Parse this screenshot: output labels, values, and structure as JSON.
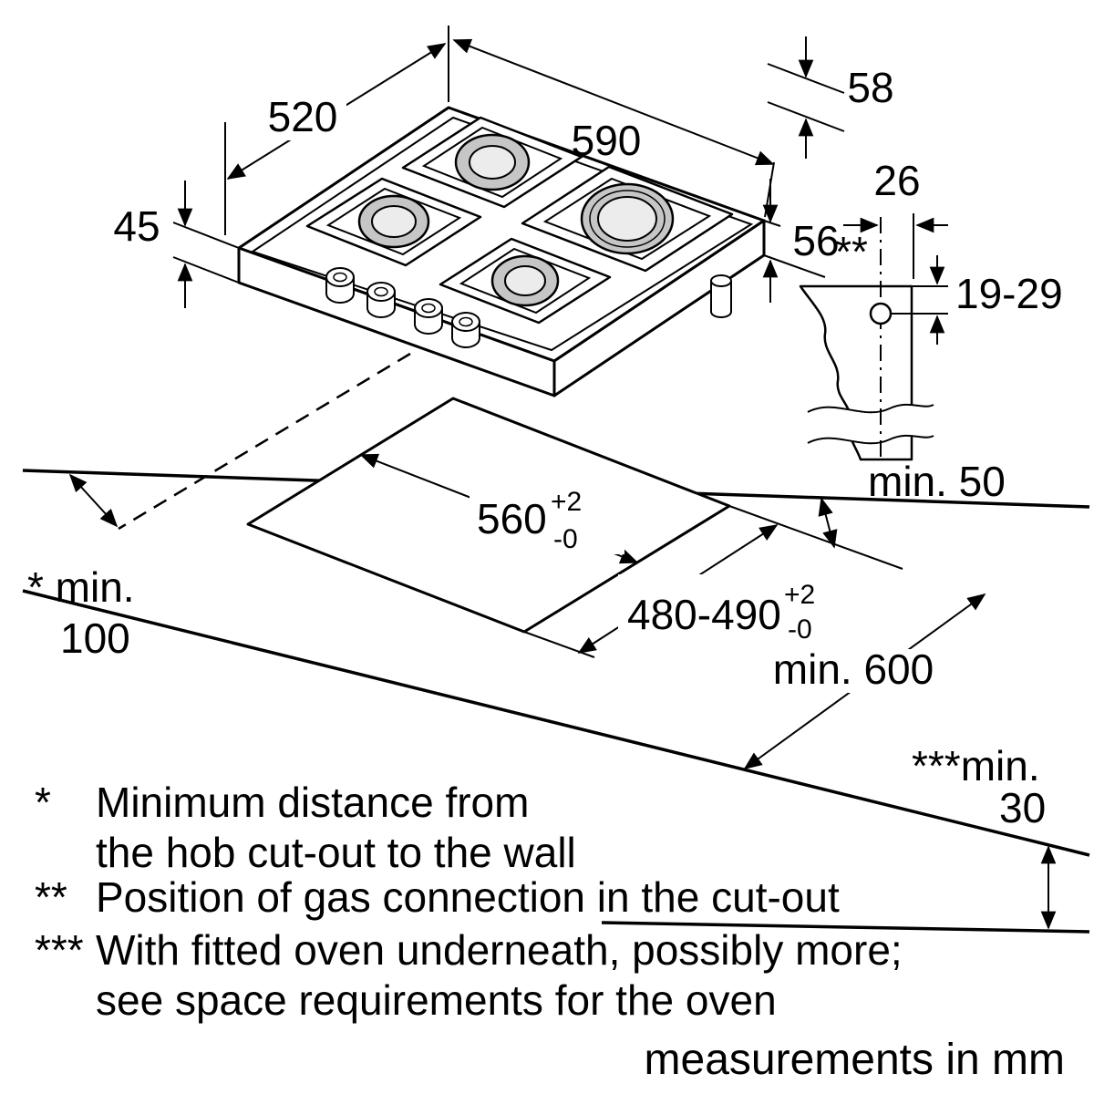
{
  "labels": {
    "depth_520": "520",
    "width_590": "590",
    "height_58": "58",
    "thickness_45": "45",
    "height_56": "56",
    "offset_26": "26",
    "gas_marker": "**",
    "range_19_29": "19-29",
    "cutout_width": "560",
    "cutout_width_tol_plus": "+2",
    "cutout_width_tol_minus": "-0",
    "cutout_depth": "480-490",
    "cutout_depth_tol_plus": "+2",
    "cutout_depth_tol_minus": "-0",
    "clearance_rear": "min. 50",
    "clearance_side_1": "* min.",
    "clearance_side_2": "100",
    "clearance_front": "min. 600",
    "clearance_oven_1": "***min.",
    "clearance_oven_2": "30"
  },
  "footnotes": {
    "star_marker": "*",
    "star_line1": "Minimum distance from",
    "star_line2": "the hob cut-out to the wall",
    "dstar_marker": "**",
    "dstar_line1": "Position of gas connection in the cut-out",
    "tstar_marker": "***",
    "tstar_line1": "With fitted oven underneath, possibly more;",
    "tstar_line2": "see space requirements for the oven"
  },
  "units_note": "measurements in mm"
}
